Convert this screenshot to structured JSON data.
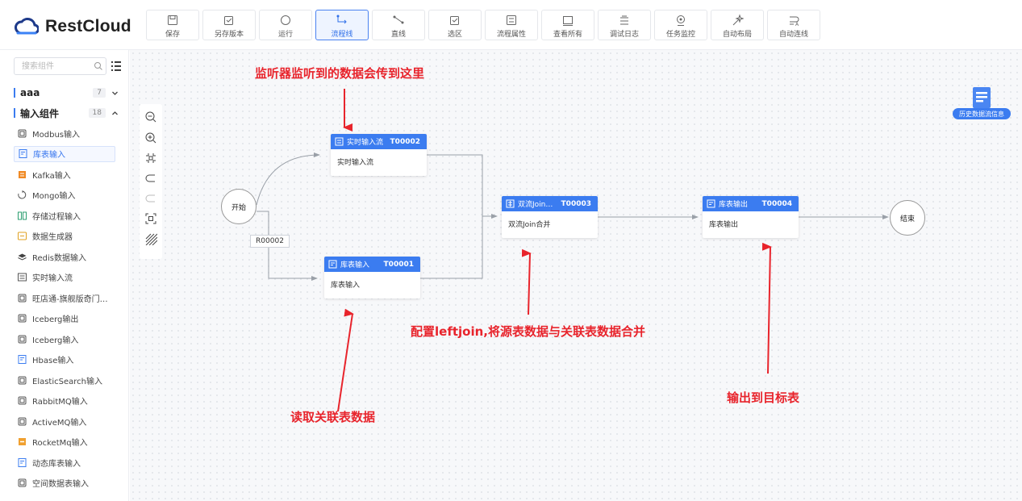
{
  "app": {
    "brand": "RestCloud"
  },
  "toolbar": {
    "save": "保存",
    "save_as": "另存版本",
    "run": "运行",
    "flow_line": "流程线",
    "straight_line": "直线",
    "select_area": "选区",
    "flow_props": "流程属性",
    "view_all": "查看所有",
    "debug_log": "调试日志",
    "task_monitor": "任务监控",
    "auto_layout": "自动布局",
    "auto_connect": "自动连线",
    "active_tool": "流程线"
  },
  "sidebar": {
    "search_placeholder": "搜索组件",
    "groups": [
      {
        "name": "aaa",
        "count": "7",
        "expanded": false
      },
      {
        "name": "输入组件",
        "count": "18",
        "expanded": true
      }
    ],
    "items": [
      {
        "label": "Modbus输入",
        "icon": "plug-icon"
      },
      {
        "label": "库表输入",
        "icon": "table-input-icon",
        "selected": true
      },
      {
        "label": "Kafka输入",
        "icon": "kafka-icon"
      },
      {
        "label": "Mongo输入",
        "icon": "mongo-icon"
      },
      {
        "label": "存储过程输入",
        "icon": "procedure-icon"
      },
      {
        "label": "数据生成器",
        "icon": "generator-icon"
      },
      {
        "label": "Redis数据输入",
        "icon": "redis-icon"
      },
      {
        "label": "实时输入流",
        "icon": "stream-icon"
      },
      {
        "label": "旺店通-旗舰版奇门…",
        "icon": "plug-icon"
      },
      {
        "label": "Iceberg输出",
        "icon": "plug-icon"
      },
      {
        "label": "Iceberg输入",
        "icon": "plug-icon"
      },
      {
        "label": "Hbase输入",
        "icon": "table-input-icon"
      },
      {
        "label": "ElasticSearch输入",
        "icon": "plug-icon"
      },
      {
        "label": "RabbitMQ输入",
        "icon": "plug-icon"
      },
      {
        "label": "ActiveMQ输入",
        "icon": "plug-icon"
      },
      {
        "label": "RocketMq输入",
        "icon": "rocketmq-icon"
      },
      {
        "label": "动态库表输入",
        "icon": "table-input-icon"
      },
      {
        "label": "空间数据表输入",
        "icon": "plug-icon"
      }
    ]
  },
  "canvas": {
    "start": "开始",
    "end": "结束",
    "edge_label": "R00002",
    "history_button": "历史数据流信息",
    "nodes": {
      "stream": {
        "title": "实时输入流",
        "id": "T00002",
        "body": "实时输入流"
      },
      "table_in": {
        "title": "库表输入",
        "id": "T00001",
        "body": "库表输入"
      },
      "join": {
        "title": "双流Join…",
        "id": "T00003",
        "body": "双流Join合并"
      },
      "table_out": {
        "title": "库表输出",
        "id": "T00004",
        "body": "库表输出"
      }
    },
    "annotations": {
      "listener": "监听器监听到的数据会传到这里",
      "join": "配置leftjoin,将源表数据与关联表数据合并",
      "read": "读取关联表数据",
      "output": "输出到目标表"
    }
  },
  "colors": {
    "accent": "#3b7cf0",
    "annotation": "#e8242c"
  }
}
